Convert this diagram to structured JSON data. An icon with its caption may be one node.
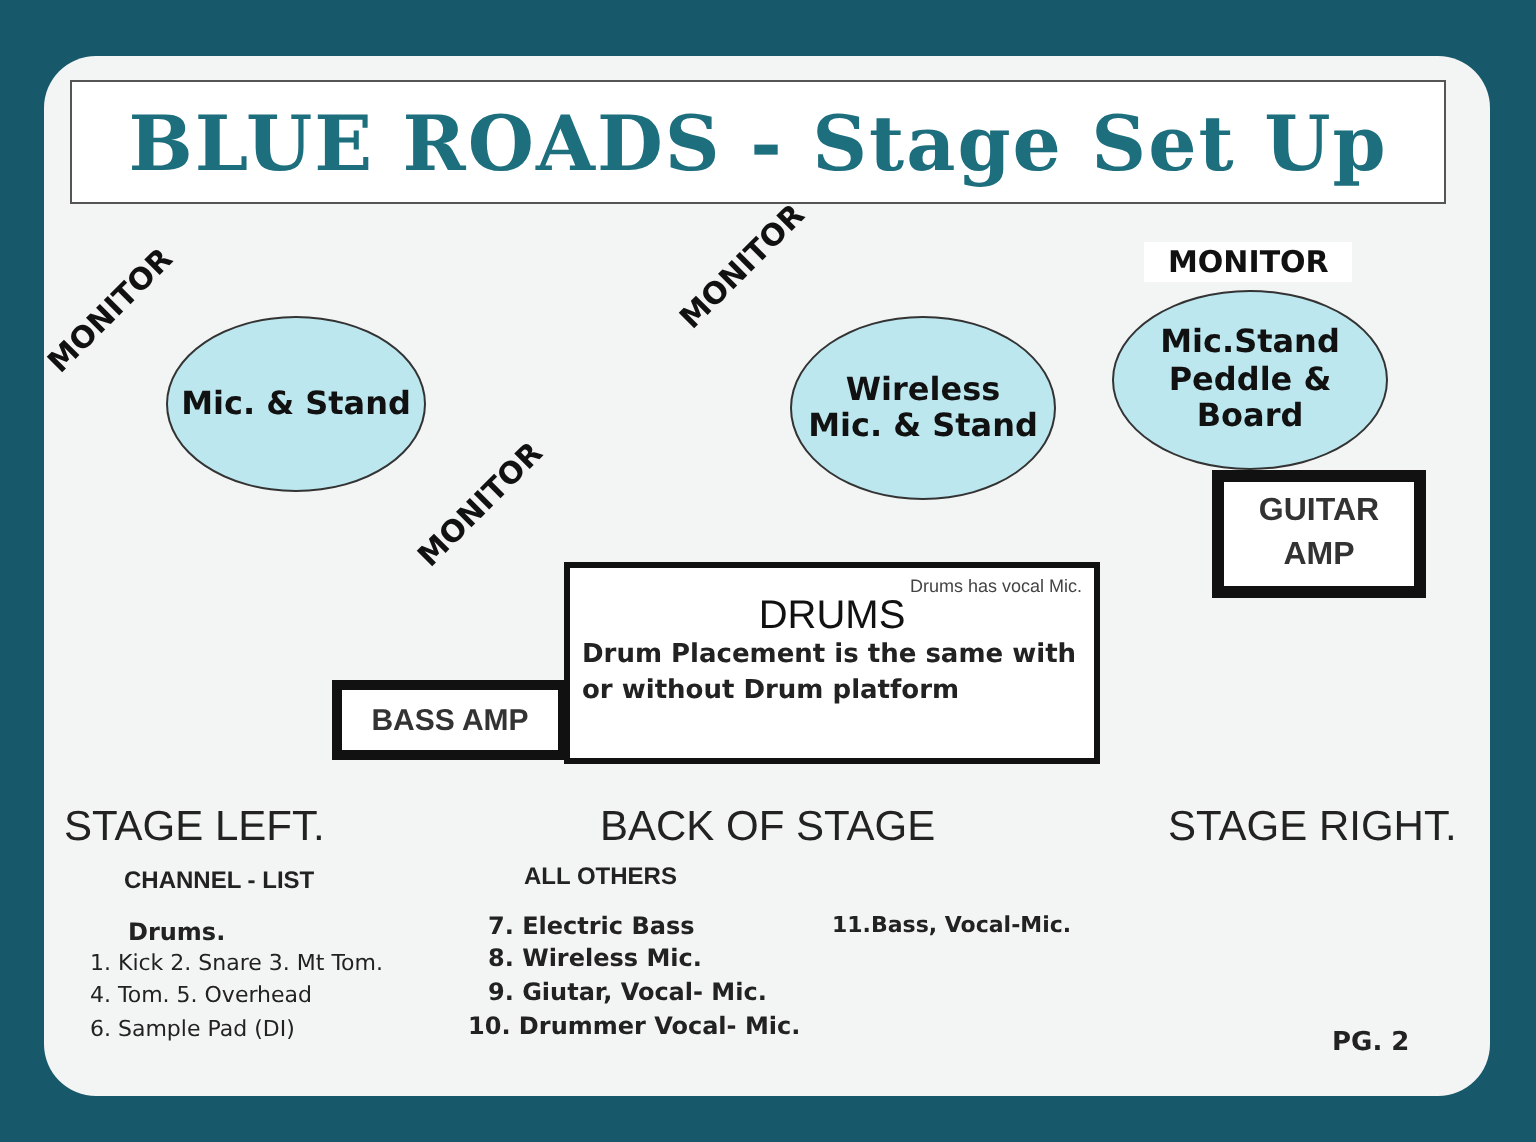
{
  "diagram": {
    "title": "BLUE ROADS - Stage Set Up",
    "nodes": [
      {
        "text": [
          "Mic. & Stand"
        ]
      },
      {
        "text": [
          "Wireless Mic. & Stand"
        ]
      },
      {
        "text": [
          "Mic.Stand Peddle & Board"
        ]
      },
      {
        "text": [
          "GUITAR AMP"
        ]
      },
      {
        "text": [
          "Drums has vocal Mic.",
          "DRUMS",
          "Drum Placement is the same with or without Drum platform"
        ]
      },
      {
        "text": [
          "BASS AMP"
        ]
      }
    ],
    "edges": [],
    "labels": [
      "MONITOR",
      "MONITOR",
      "MONITOR",
      "MONITOR",
      "STAGE LEFT.",
      "BACK OF STAGE",
      "STAGE RIGHT.",
      "CHANNEL - LIST",
      "ALL OTHERS",
      "Drums.",
      "7. Electric Bass",
      "11.Bass, Vocal-Mic.",
      "1. Kick 2. Snare 3. Mt Tom.",
      "8. Wireless Mic.",
      "4. Tom. 5. Overhead",
      "9. Giutar, Vocal- Mic.",
      "6. Sample Pad  (DI)",
      "10. Drummer Vocal- Mic.",
      "PG. 2"
    ]
  }
}
